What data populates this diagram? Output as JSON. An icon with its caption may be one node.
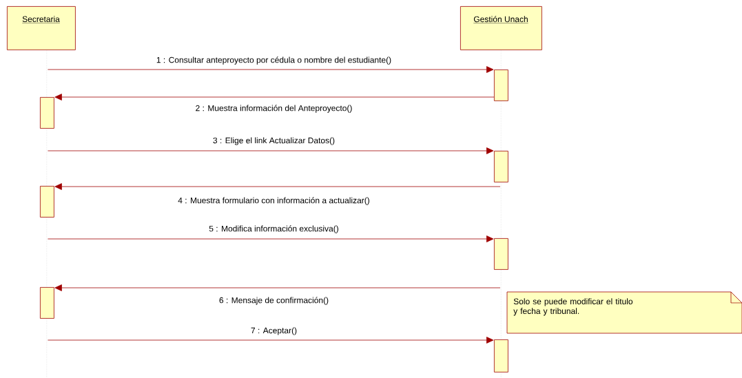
{
  "diagram": {
    "nodes": [
      {
        "text": [
          "Secretaria"
        ]
      },
      {
        "text": [
          "Gestión Unach"
        ]
      },
      {
        "text": [],
        "shape": "line"
      },
      {
        "text": [],
        "shape": "line"
      },
      {
        "text": [],
        "shape": "box"
      },
      {
        "text": [],
        "shape": "box"
      },
      {
        "text": [],
        "shape": "box"
      },
      {
        "text": [],
        "shape": "box"
      },
      {
        "text": [],
        "shape": "box"
      },
      {
        "text": [],
        "shape": "box"
      },
      {
        "text": [],
        "shape": "box"
      },
      {
        "text": [
          "Solo se puede modificar el titulo y fecha y tribunal."
        ]
      }
    ],
    "edges": [
      {
        "from": 2,
        "to": 4,
        "arrow": "to",
        "label": "1 : Consultar anteproyecto por cédula o nombre del estudiante()"
      },
      {
        "from": 4,
        "to": 5,
        "arrow": "to",
        "label": "2 : Muestra información del Anteproyecto()"
      },
      {
        "from": 2,
        "to": 6,
        "arrow": "to",
        "label": "3 : Elige el link Actualizar Datos()"
      },
      {
        "from": 3,
        "to": 7,
        "arrow": "to",
        "label": "4 : Muestra formulario con información a actualizar()"
      },
      {
        "from": 2,
        "to": 8,
        "arrow": "to",
        "label": "5 : Modifica información exclusiva()"
      },
      {
        "from": 3,
        "to": 9,
        "arrow": "to",
        "label": "6 : Mensaje de confirmación()"
      },
      {
        "from": 2,
        "to": 10,
        "arrow": "to",
        "label": "7 : Aceptar()"
      }
    ]
  }
}
